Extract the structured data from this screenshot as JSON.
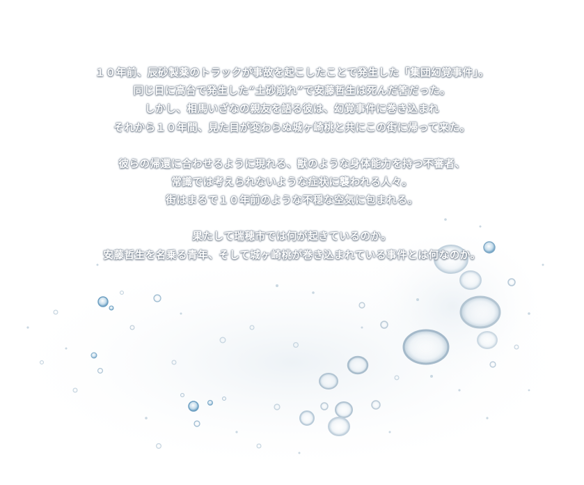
{
  "story": {
    "paragraphs": [
      {
        "lines": [
          "１０年前、辰砂製薬のトラックが事故を起こしたことで発生した「集団幻覚事件」。",
          "同じ日に高台で発生した“土砂崩れ”で安藤哲生は死んだ筈だった。",
          "しかし、相馬いざなの親友を語る彼は、幻覚事件に巻き込まれ",
          "それから１０年間、見た目が変わらぬ城ヶ崎桃と共にこの街に帰って来た。"
        ]
      },
      {
        "lines": [
          "彼らの帰還に合わせるように現れる、獣のような身体能力を持つ不審者、",
          "常識では考えられないような症状に襲われる人々。",
          "街はまるで１０年前のような不穏な空気に包まれる。"
        ]
      },
      {
        "lines": [
          "果たして瑞穂市では何が起きているのか。",
          "安藤哲生を名乗る青年、そして城ヶ崎桃が巻き込まれている事件とは何なのか。"
        ]
      }
    ]
  },
  "decoration": {
    "bubble_color": "#a9c4d6",
    "bubble_highlight": "#ffffff"
  }
}
